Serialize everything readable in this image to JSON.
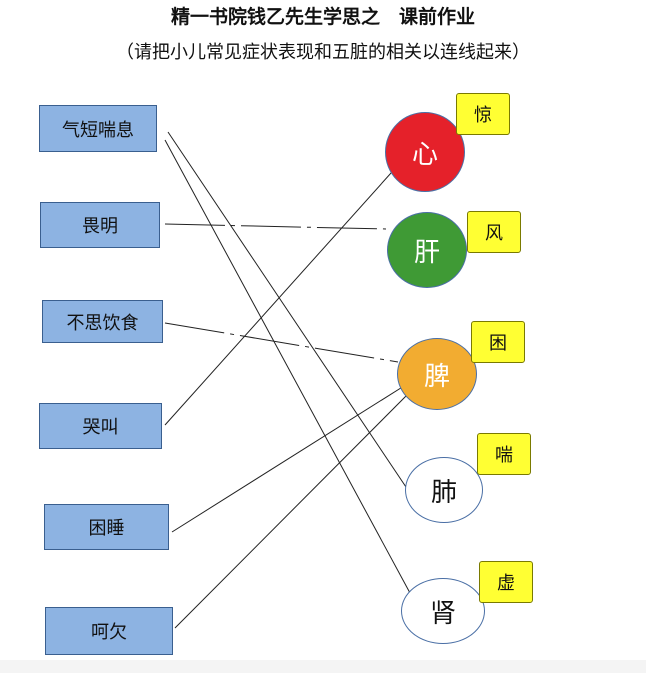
{
  "title": "精一书院钱乙先生学思之　课前作业",
  "subtitle": "（请把小儿常见症状表现和五脏的相关以连线起来）",
  "symptoms": [
    "气短喘息",
    "畏明",
    "不思饮食",
    "哭叫",
    "困睡",
    "呵欠"
  ],
  "organs": [
    {
      "name": "心",
      "fill": "#e5212a",
      "stroke": "#4a6fa5",
      "text_color": "#ffffff",
      "tag": "惊"
    },
    {
      "name": "肝",
      "fill": "#3f9a35",
      "stroke": "#4a6fa5",
      "text_color": "#ffffff",
      "tag": "风"
    },
    {
      "name": "脾",
      "fill": "#f2ac31",
      "stroke": "#4a6fa5",
      "text_color": "#ffffff",
      "tag": "困"
    },
    {
      "name": "肺",
      "fill": "#ffffff",
      "stroke": "#4a6fa5",
      "text_color": "#111111",
      "tag": "喘"
    },
    {
      "name": "肾",
      "fill": "#ffffff",
      "stroke": "#4a6fa5",
      "text_color": "#111111",
      "tag": "虚"
    }
  ],
  "connections": [
    {
      "symptom": "气短喘息",
      "organ": "肺",
      "style": "solid"
    },
    {
      "symptom": "气短喘息",
      "organ": "肾",
      "style": "solid"
    },
    {
      "symptom": "畏明",
      "organ": "肝",
      "style": "dashed"
    },
    {
      "symptom": "不思饮食",
      "organ": "脾",
      "style": "dashed"
    },
    {
      "symptom": "哭叫",
      "organ": "心",
      "style": "solid"
    },
    {
      "symptom": "困睡",
      "organ": "脾",
      "style": "solid"
    },
    {
      "symptom": "呵欠",
      "organ": "脾",
      "style": "solid"
    }
  ]
}
